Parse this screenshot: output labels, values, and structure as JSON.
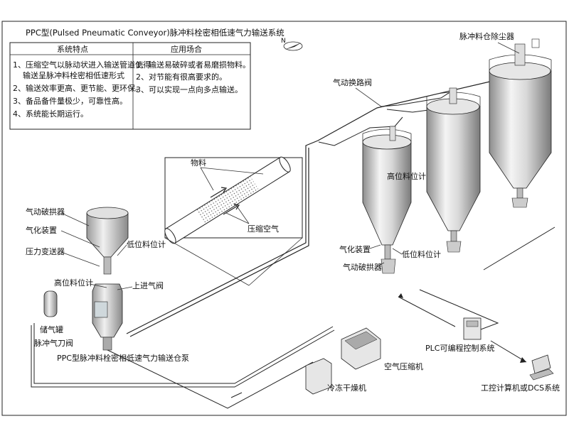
{
  "title": "PPC型(Pulsed Pneumatic Conveyor)脉冲料栓密相低速气力输送系统",
  "features_table": {
    "header_left": "系统特点",
    "header_right": "应用场合",
    "left_items": [
      "1、压缩空气以脉动状进入输送管道使得",
      "输送呈脉冲料栓密相低速形式",
      "2、输送效率更高、更节能、更环保。",
      "3、备品备件量极少，可靠性高。",
      "4、系统能长期运行。"
    ],
    "right_items": [
      "1、输送易破碎或者易磨损物料。",
      "2、对节能有很高要求的。",
      "3、可以实现一点向多点输送。"
    ]
  },
  "compass": "N",
  "inset": {
    "material": "物料",
    "compressed_air": "压缩空气"
  },
  "labels": {
    "silo_dust_collector": "脉冲料仓除尘器",
    "diverter_valve": "气动换路阀",
    "high_level_gauge_silo": "高位料位计",
    "aeration_device_silo": "气化装置",
    "low_level_gauge_silo": "低位料位计",
    "arch_breaker_silo": "气动破拱器",
    "arch_breaker_left": "气动破拱器",
    "aeration_device_left": "气化装置",
    "low_level_gauge_left": "低位料位计",
    "pressure_transmitter": "压力变送器",
    "high_level_gauge_left": "高位料位计",
    "upper_inlet_valve": "上进气阀",
    "air_tank": "储气罐",
    "pulse_valve": "脉冲气刀阀",
    "pump_caption": "PPC型脉冲料栓密相低速气力输送仓泵",
    "air_compressor": "空气压缩机",
    "freeze_dryer": "冷冻干燥机",
    "plc": "PLC可编程控制系统",
    "ipc": "工控计算机或DCS系统"
  }
}
